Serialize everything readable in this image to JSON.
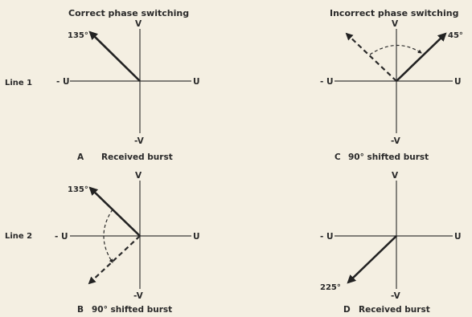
{
  "titles": {
    "correct": "Correct phase switching",
    "incorrect": "Incorrect phase switching"
  },
  "rows": {
    "line1": "Line 1",
    "line2": "Line 2"
  },
  "axes": {
    "pos_v": "V",
    "neg_v": "-V",
    "pos_u": "U",
    "neg_u": "- U"
  },
  "angles": {
    "a": "135°",
    "b": "135°",
    "c": "45°",
    "d": "225°"
  },
  "captions": {
    "a_letter": "A",
    "a_text": "Received burst",
    "b_letter": "B",
    "b_text": "90° shifted burst",
    "c_letter": "C",
    "c_text": "90° shifted burst",
    "d_letter": "D",
    "d_text": "Received burst"
  }
}
